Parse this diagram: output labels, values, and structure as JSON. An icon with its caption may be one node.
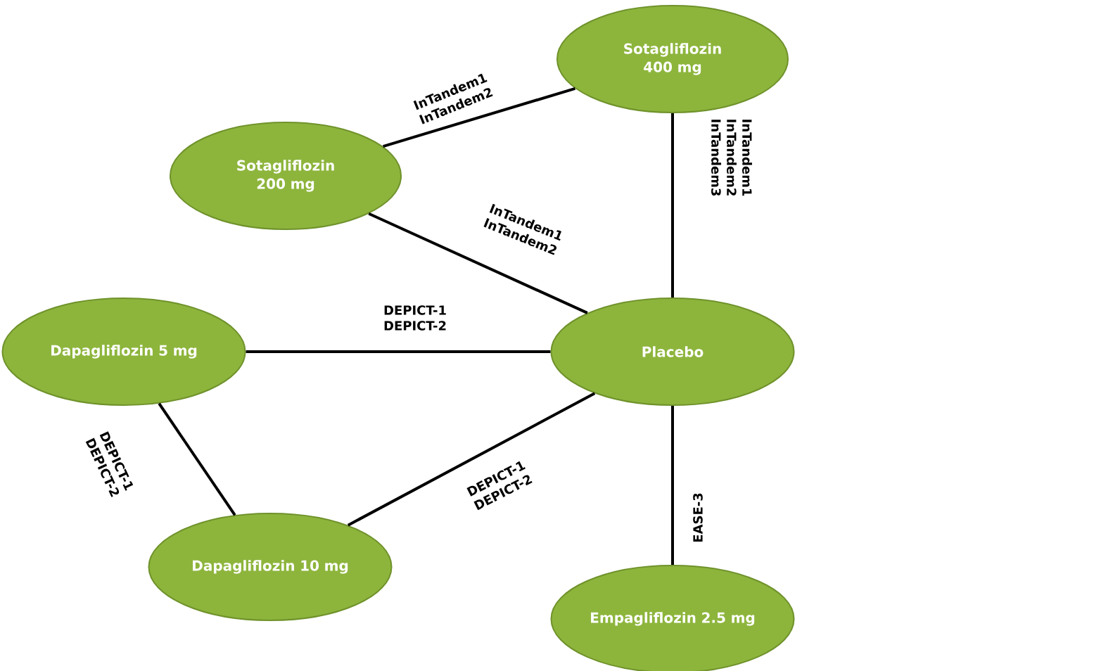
{
  "diagram": {
    "nodes": [
      {
        "text": [
          "Sotagliflozin 400 mg"
        ]
      },
      {
        "text": [
          "Sotagliflozin 200 mg"
        ]
      },
      {
        "text": [
          "Dapagliflozin 5 mg"
        ]
      },
      {
        "text": [
          "Placebo"
        ]
      },
      {
        "text": [
          "Dapagliflozin 10 mg"
        ]
      },
      {
        "text": [
          "Empagliflozin 2.5 mg"
        ]
      }
    ],
    "edges": [
      {
        "from": 1,
        "to": 0,
        "arrow": "none",
        "label": "InTandem1 InTandem2"
      },
      {
        "from": 1,
        "to": 3,
        "arrow": "none",
        "label": "InTandem1 InTandem2"
      },
      {
        "from": 0,
        "to": 3,
        "arrow": "none",
        "label": "InTandem1 InTandem2 InTandem3"
      },
      {
        "from": 2,
        "to": 3,
        "arrow": "none",
        "label": "DEPICT-1 DEPICT-2"
      },
      {
        "from": 2,
        "to": 4,
        "arrow": "none",
        "label": "DEPICT-1 DEPICT-2"
      },
      {
        "from": 4,
        "to": 3,
        "arrow": "none",
        "label": "DEPICT-1 DEPICT-2"
      },
      {
        "from": 3,
        "to": 5,
        "arrow": "none",
        "label": "EASE-3"
      }
    ]
  }
}
